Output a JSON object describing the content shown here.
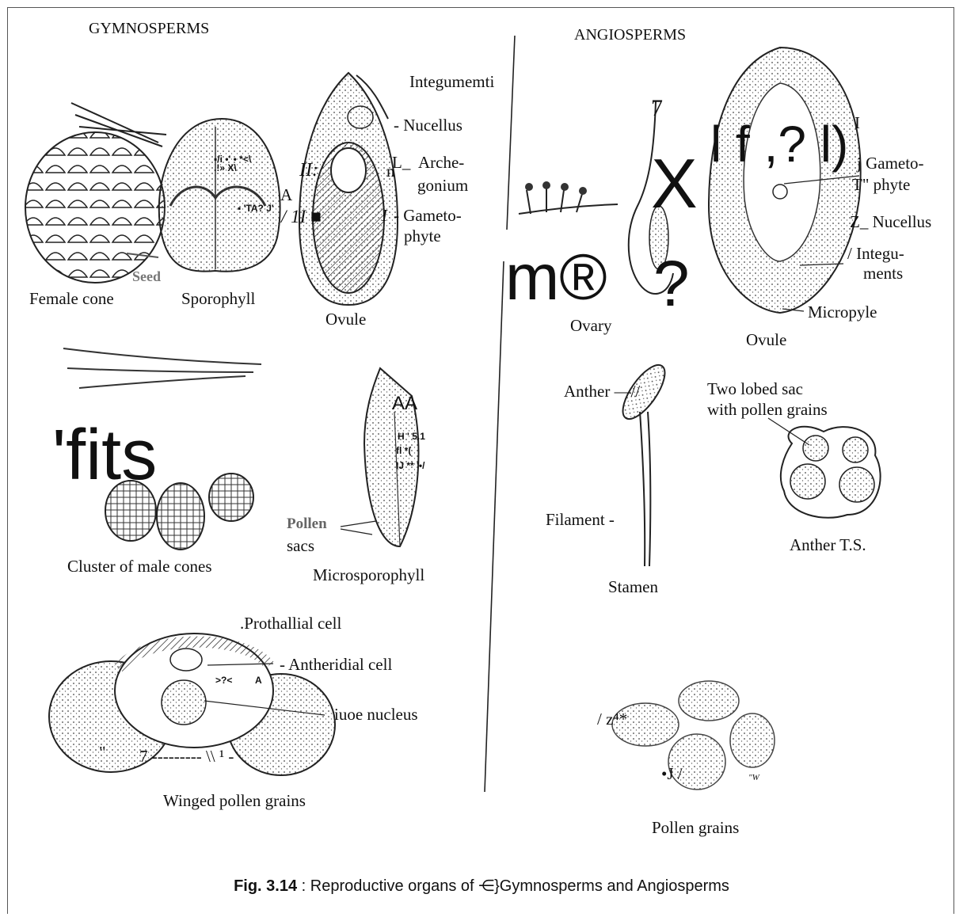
{
  "headings": {
    "left": "GYMNOSPERMS",
    "right": "ANGIOSPERMS"
  },
  "gymnosperm_labels": {
    "integument": "Integumemti",
    "nucellus": "- Nucellus",
    "archegonium_1": "Arche-",
    "archegonium_2": "gonium",
    "gametophyte_1": "- Gameto-",
    "gametophyte_2": "phyte",
    "seed": "Seed",
    "female_cone": "Female cone",
    "sporophyll": "Sporophyll",
    "ovule": "Ovule",
    "cluster": "Cluster of male cones",
    "pollen": "Pollen",
    "sacs": "sacs",
    "microsporophyll": "Microsporophyll",
    "prothallial": ".Prothallial cell",
    "antheridial": "- Antheridial cell",
    "tube_nucleus": "iuoe nucleus",
    "winged": "Winged pollen grains"
  },
  "angiosperm_labels": {
    "gametophyte_1": "j Gameto-",
    "gametophyte_2": "T\" phyte",
    "nucellus": "Z_ Nucellus",
    "integuments_1": "/ Integu-",
    "integuments_2": "ments",
    "micropyle": "Micropyle",
    "ovary": "Ovary",
    "ovule": "Ovule",
    "anther": "Anther —//",
    "two_lobed_1": "Two lobed sac",
    "two_lobed_2": "with pollen grains",
    "filament": "Filament -",
    "anther_ts": "Anther T.S.",
    "stamen": "Stamen",
    "pollen_grains": "Pollen grains"
  },
  "ocr_artifacts": {
    "seven": "7",
    "big_x": "X",
    "big_lf": "l f ,? l)",
    "big_m": "m®",
    "big_q": "?",
    "big_fits": "'fits",
    "i_mark": "I",
    "spor_a": "A",
    "spor_1": "▪/i  •'  •  *<\\",
    "spor_2": ".!»            X\\",
    "spor_3": "▪ 'TA? J'",
    "ov_ii": "II:",
    "ov_li": "/ 1I ■",
    "ov_l": "L_",
    "ov_n": "n",
    "ov_i": "I",
    "micro_aa": "AA",
    "micro_1": "H ' 5.1",
    "micro_2": "fl *(",
    "micro_3": "IJ ** '•/",
    "wing_a": ">?<",
    "wing_b": "A",
    "wing_quote": "\"",
    "wing_dash": "7 ---------  \\\\ ¹ -",
    "pg_z": "/ z⁴*",
    "pg_j": "•J /",
    "pg_w": "\"W"
  },
  "caption": {
    "label": "Fig. 3.14",
    "text": " : Reproductive organs of ⋲}Gymnosperms and Angiosperms"
  }
}
